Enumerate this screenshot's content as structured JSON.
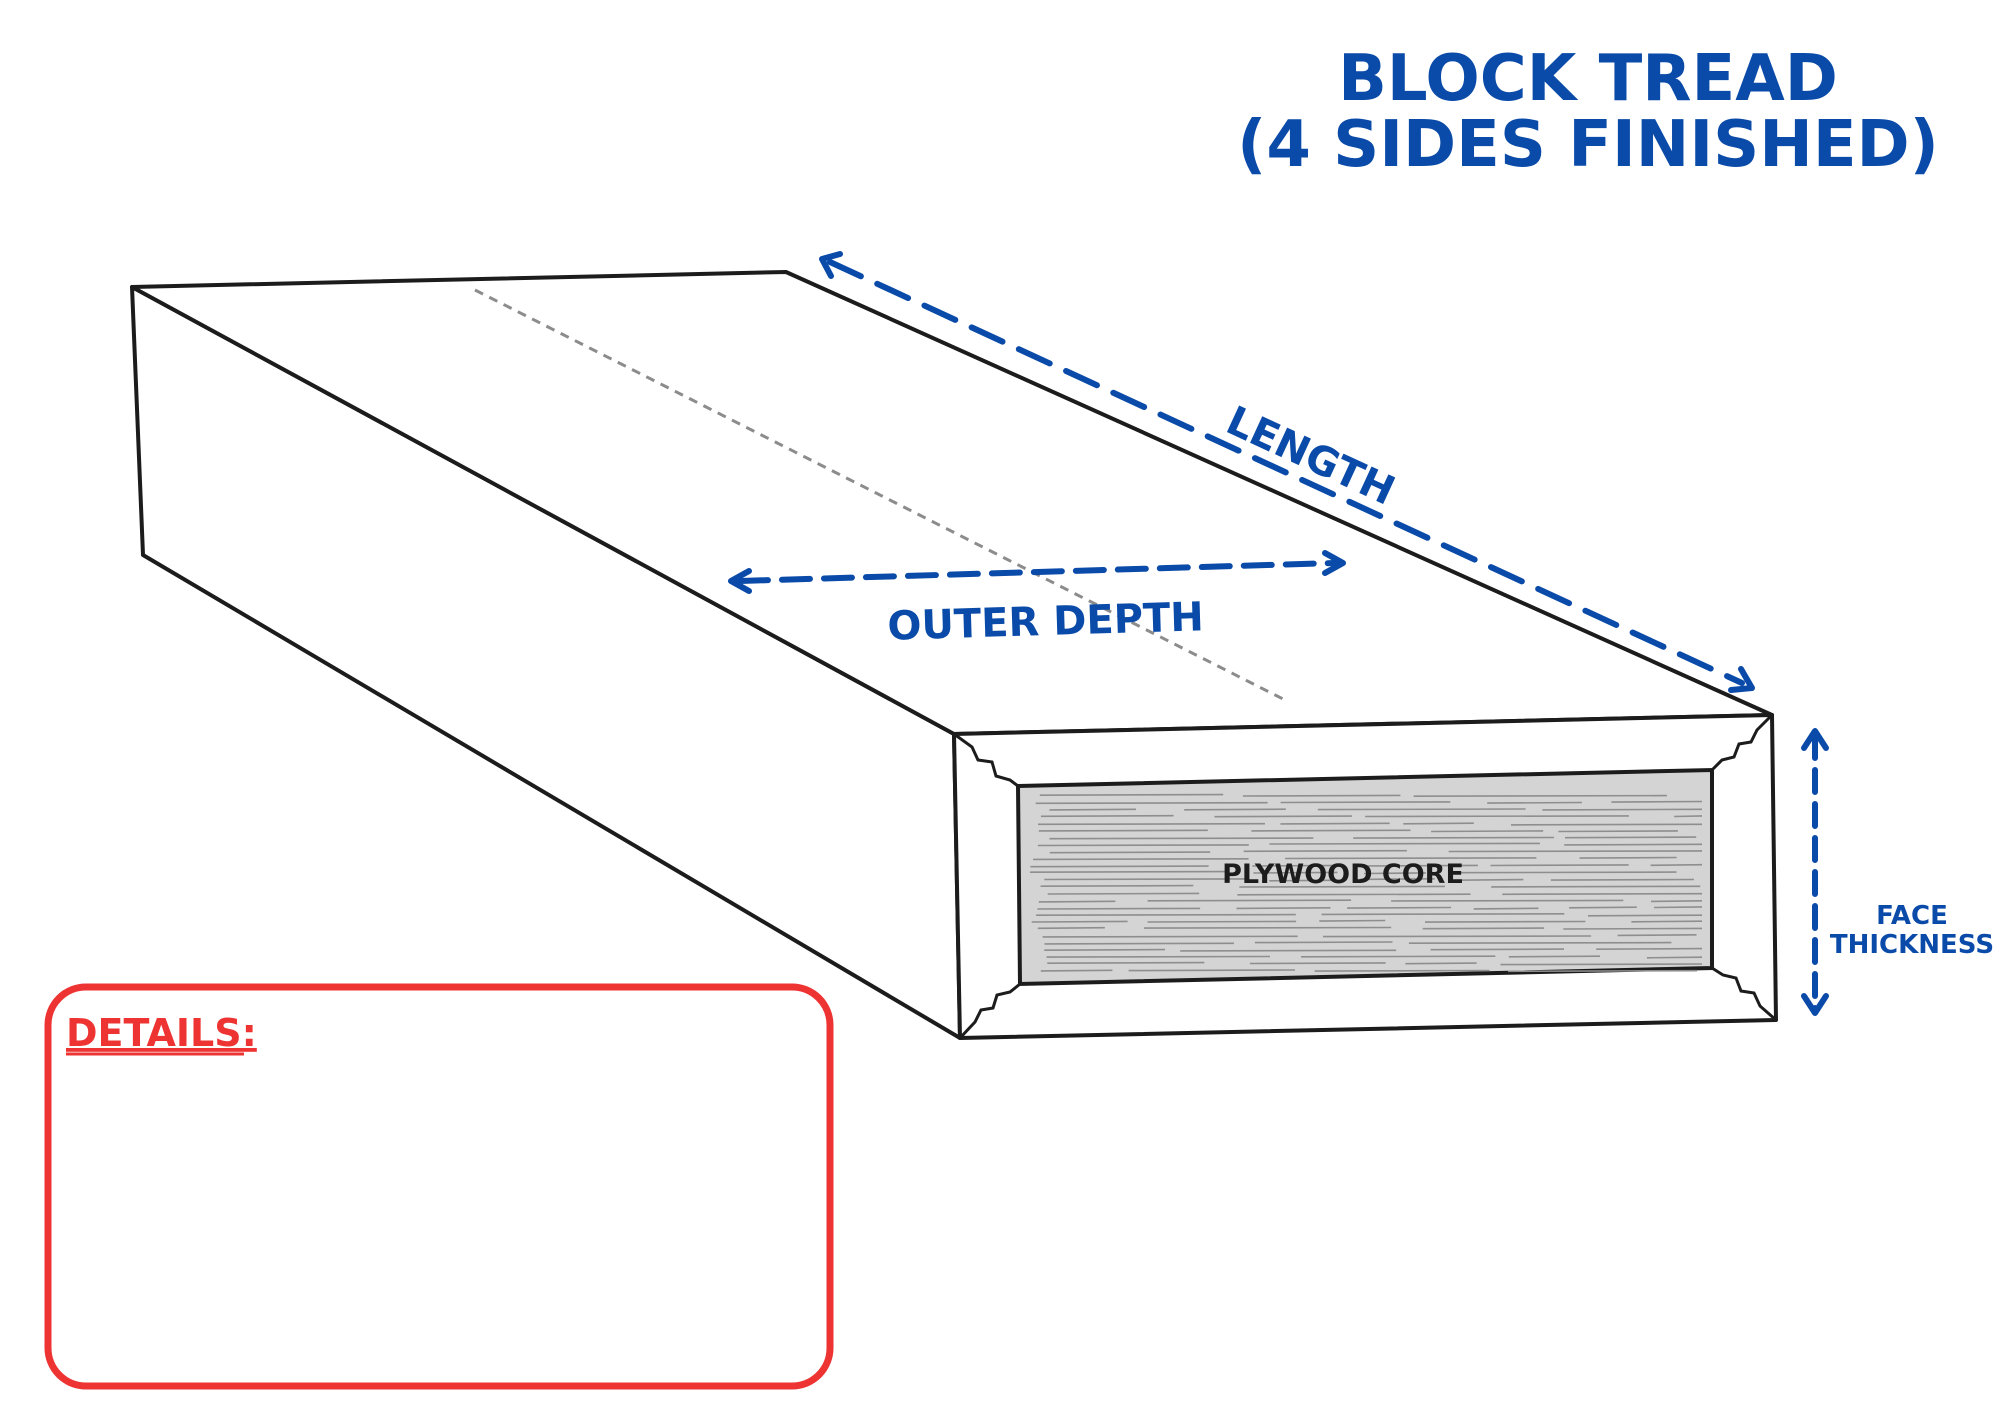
{
  "title": {
    "line1": "BLOCK TREAD",
    "line2": "(4 SIDES FINISHED)"
  },
  "dimensions": {
    "length": "LENGTH",
    "outer_depth": "OUTER DEPTH",
    "face_thickness_line1": "FACE",
    "face_thickness_line2": "THICKNESS"
  },
  "core": {
    "label": "PLYWOOD CORE"
  },
  "details": {
    "label": "DETAILS:"
  },
  "colors": {
    "dimension_blue": "#0a4aa8",
    "details_red": "#ee3333",
    "core_grey": "#d4d4d4",
    "outline": "#1c1c1c"
  }
}
